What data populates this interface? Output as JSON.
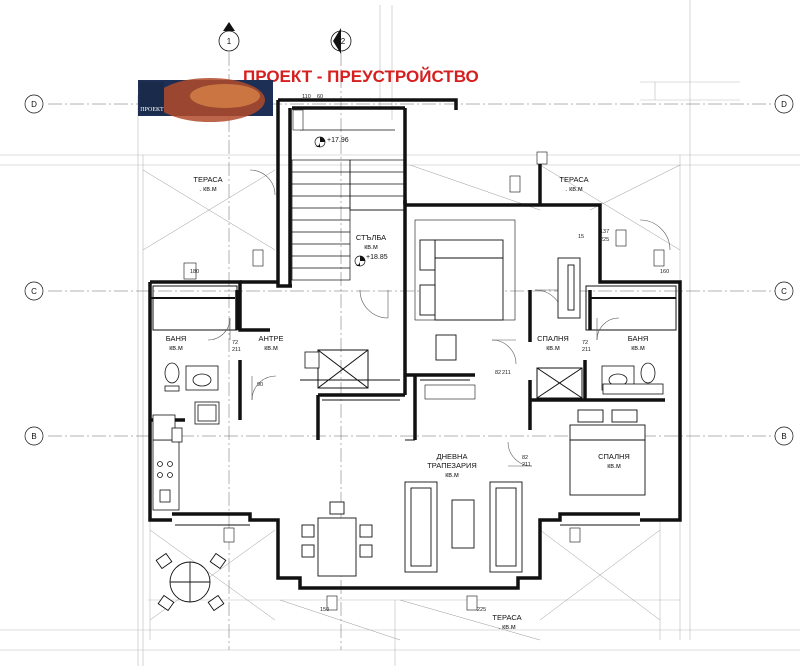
{
  "title": "ПРОЕКТ - ПРЕУСТРОЙСТВО",
  "logo": {
    "text": "ПРОЕКТ"
  },
  "grid_axes": {
    "columns": [
      "1",
      "2"
    ],
    "rows": [
      "D",
      "C",
      "B"
    ]
  },
  "levels": {
    "top": "+17.96",
    "bottom": "+18.85"
  },
  "rooms": {
    "terrace_left": {
      "name": "ТЕРАСА",
      "area": ". кв.м"
    },
    "terrace_right": {
      "name": "ТЕРАСА",
      "area": ". кв.м"
    },
    "terrace_bottom": {
      "name": "ТЕРАСА",
      "area": ". кв.м"
    },
    "stairs": {
      "name": "СТЪЛБА",
      "area": "кв.м"
    },
    "bath_left": {
      "name": "БАНЯ",
      "area": "кв.м"
    },
    "entry": {
      "name": "АНТРЕ",
      "area": "кв.м"
    },
    "bedroom_upper": {
      "name": "СПАЛНЯ",
      "area": "кв.м"
    },
    "bath_right": {
      "name": "БАНЯ",
      "area": "кв.м"
    },
    "living": {
      "name1": "ДНЕВНА",
      "name2": "ТРАПЕЗАРИЯ",
      "area": "кв.м"
    },
    "bedroom_lower": {
      "name": "СПАЛНЯ",
      "area": "кв.м"
    }
  },
  "dimensions": {
    "d_72_211_a": "72",
    "d_72_211_a2": "211",
    "d_72_211_b": "72",
    "d_72_211_b2": "211",
    "d_82_211_a": "82",
    "d_82_211_a2": "211",
    "d_82_211_b": "82",
    "d_82_211_b2": "211",
    "d_137_225": "137",
    "d_137_225_b": "225",
    "d_150": "150",
    "d_225": "225",
    "d_180": "180",
    "d_160": "160",
    "d_90": "90",
    "d_15": "15",
    "d_110": "110",
    "d_60": "60"
  },
  "icon_names": [
    "grid-bubble-icon",
    "level-marker-icon",
    "door-swing-icon",
    "window-symbol-icon",
    "toilet-icon",
    "sink-icon",
    "bed-icon",
    "sofa-icon",
    "dining-table-icon",
    "round-table-icon",
    "stove-icon"
  ],
  "colors": {
    "wall": "#111111",
    "title": "#d62020",
    "grid": "#555555"
  }
}
